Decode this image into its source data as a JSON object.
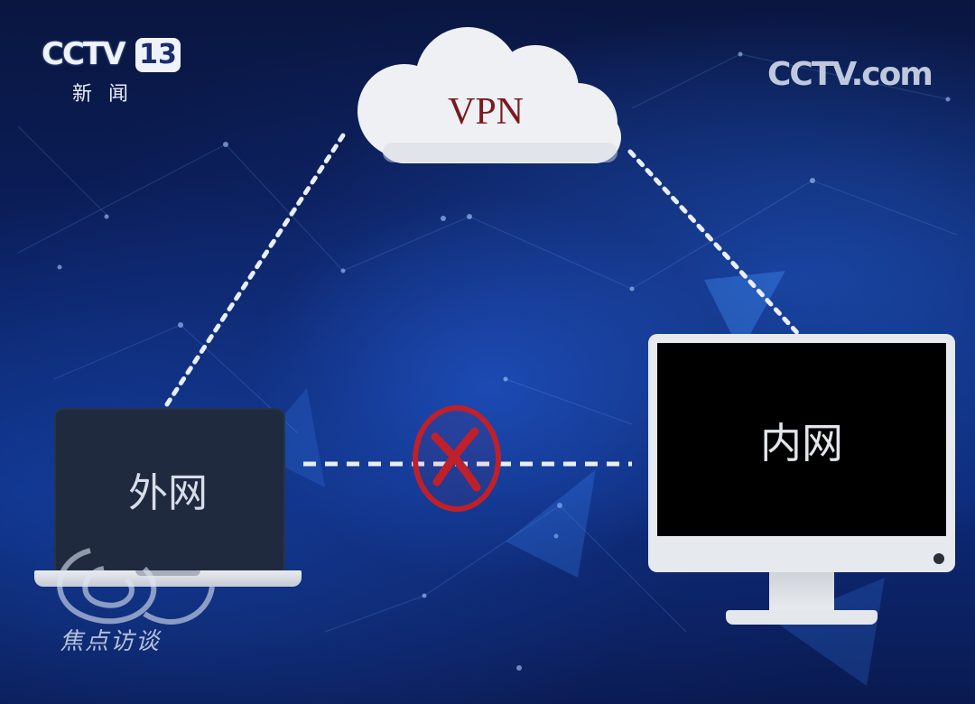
{
  "logos": {
    "channel_top": "CCTV",
    "channel_number": "13",
    "channel_sub": "新闻",
    "site": "CCTV.com",
    "program": "焦点访谈"
  },
  "diagram": {
    "cloud_label": "VPN",
    "left_node_label": "外网",
    "right_node_label": "内网",
    "blocked_icon": "x-circle-icon",
    "colors": {
      "cloud": "#eef0f4",
      "vpn_text": "#7a1a1e",
      "blocked": "#c0202a",
      "link": "#e8eefc",
      "laptop_screen": "#1f2a3f",
      "monitor_screen": "#000000"
    },
    "links": [
      {
        "from": "外网",
        "to": "VPN",
        "style": "dotted"
      },
      {
        "from": "VPN",
        "to": "内网",
        "style": "dotted"
      },
      {
        "from": "外网",
        "to": "内网",
        "style": "dashed",
        "blocked": true
      }
    ]
  }
}
